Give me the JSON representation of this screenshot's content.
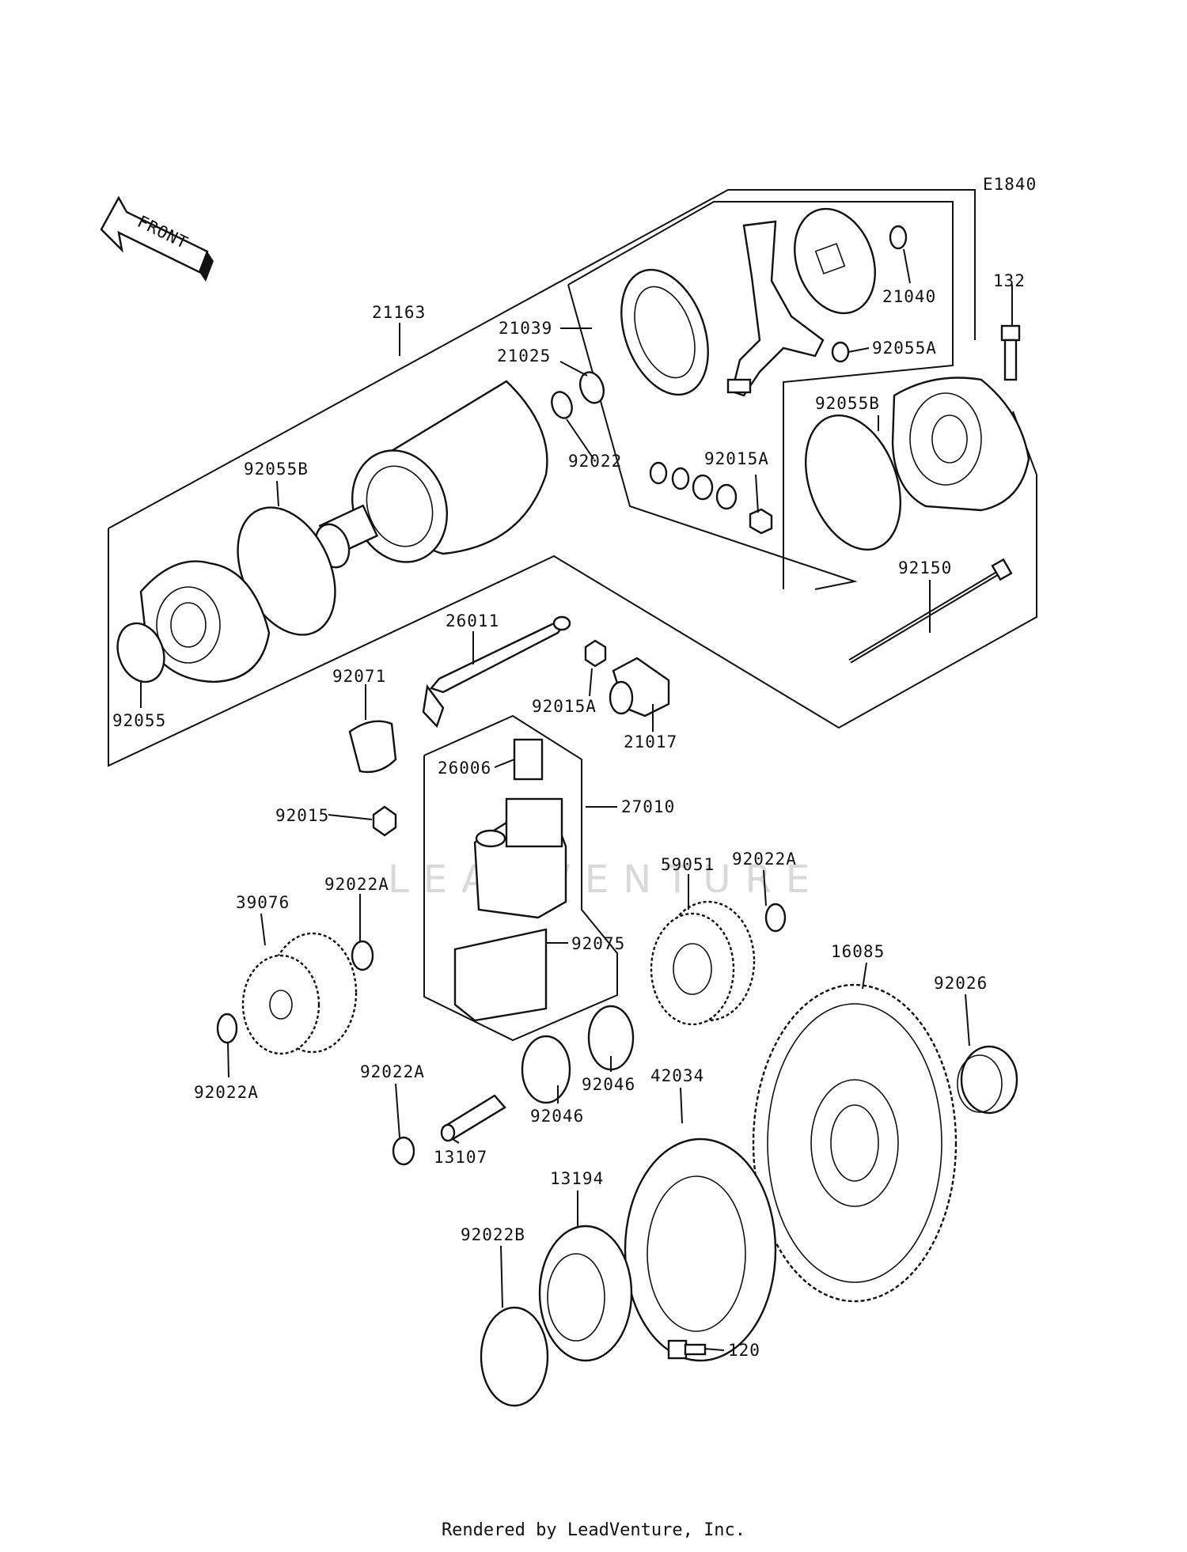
{
  "diagram_code": "E1840",
  "front_label": "FRONT",
  "watermark": "LEADVENTURE",
  "footer": "Rendered by LeadVenture, Inc.",
  "labels": {
    "p21163": "21163",
    "p21039": "21039",
    "p21025": "21025",
    "p92022": "92022",
    "p21040": "21040",
    "p92055A": "92055A",
    "p132": "132",
    "p92055B_top": "92055B",
    "p92015A_top": "92015A",
    "p92055B_left": "92055B",
    "p92150": "92150",
    "p26011": "26011",
    "p92071": "92071",
    "p92015A_mid": "92015A",
    "p21017": "21017",
    "p92055": "92055",
    "p26006": "26006",
    "p27010": "27010",
    "p92015": "92015",
    "p59051": "59051",
    "p92022A_r": "92022A",
    "p92022A_l": "92022A",
    "p39076": "39076",
    "p92075": "92075",
    "p16085": "16085",
    "p92026": "92026",
    "p92022A_bl": "92022A",
    "p92022A_c": "92022A",
    "p92046_a": "92046",
    "p92046_b": "92046",
    "p42034": "42034",
    "p13107": "13107",
    "p13194": "13194",
    "p92022B": "92022B",
    "p120": "120"
  }
}
